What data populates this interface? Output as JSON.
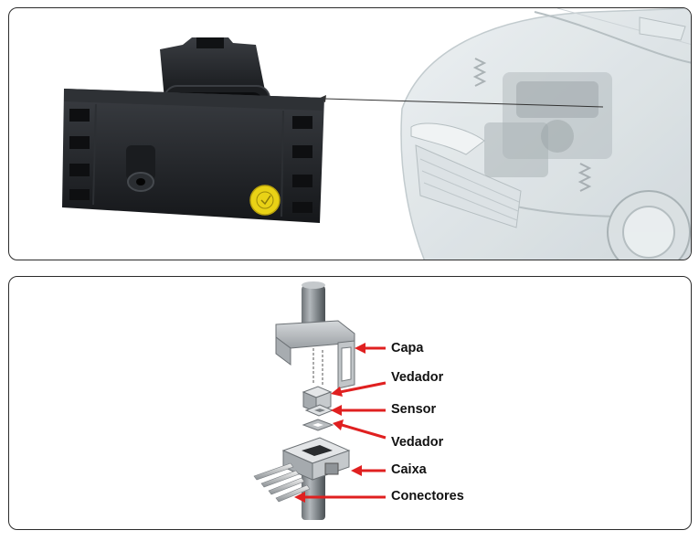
{
  "colors": {
    "accent": "#e02020",
    "panel_border": "#2b2b2b",
    "sensor_body": "#1f2124"
  },
  "icons": {
    "seal": "seal-icon"
  },
  "labels": {
    "capa": "Capa",
    "vedador_1": "Vedador",
    "sensor": "Sensor",
    "vedador_2": "Vedador",
    "caixa": "Caixa",
    "conectores": "Conectores"
  }
}
